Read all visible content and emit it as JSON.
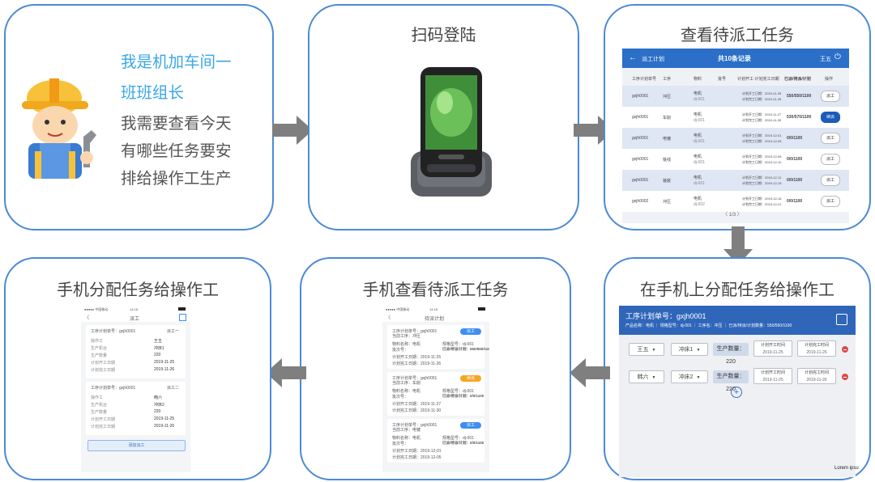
{
  "steps": {
    "s1": {
      "lines": [
        "我是机加车间一",
        "班班组长",
        "我需要查看今天",
        "有哪些任务要安",
        "排给操作工生产"
      ]
    },
    "s2": {
      "title": "扫码登陆"
    },
    "s3": {
      "title": "查看待派工任务"
    },
    "s4": {
      "title": "在手机上分配任务给操作工"
    },
    "s5": {
      "title": "手机查看待派工任务"
    },
    "s6": {
      "title": "手机分配任务给操作工"
    }
  },
  "tablet": {
    "back_label": "派工计划",
    "header": "共10条记录",
    "user": "王五",
    "columns": [
      "工序计划单号",
      "工序",
      "物料",
      "批号",
      "计划开工·计划完工日期",
      "已派/待派/计划",
      "操作"
    ],
    "rows": [
      {
        "id": "gxjh0001",
        "proc": "冲压",
        "mat": "电机",
        "sub": "dj-001",
        "d1": "计划开工日期：2019-11-25",
        "d2": "计划完工日期：2019-11-26",
        "qty": "550/550/1100",
        "op": "派工",
        "on": false
      },
      {
        "id": "gxjh0001",
        "proc": "车削",
        "mat": "电机",
        "sub": "dj-001",
        "d1": "计划开工日期：2019-11-27",
        "d2": "计划完工日期：2019-11-30",
        "qty": "530/570/1100",
        "op": "续派",
        "on": true
      },
      {
        "id": "gxjh0001",
        "proc": "电镀",
        "mat": "电机",
        "sub": "dj-001",
        "d1": "计划开工日期：2019-12-01",
        "d2": "计划完工日期：2019-12-05",
        "qty": "0/0/1100",
        "op": "派工",
        "on": false
      },
      {
        "id": "gxjh0001",
        "proc": "铣线",
        "mat": "电机",
        "sub": "dj-001",
        "d1": "计划开工日期：2019-12-06",
        "d2": "计划完工日期：2019-12-10",
        "qty": "0/0/1100",
        "op": "派工",
        "on": false
      },
      {
        "id": "gxjh0001",
        "proc": "装嵌",
        "mat": "电机",
        "sub": "dj-001",
        "d1": "计划开工日期：2019-12-11",
        "d2": "计划完工日期：2019-12-15",
        "qty": "0/0/1100",
        "op": "派工",
        "on": false
      },
      {
        "id": "gxjh0002",
        "proc": "冲压",
        "mat": "电机",
        "sub": "dj-002",
        "d1": "计划开工日期：2019-12-16",
        "d2": "计划完工日期：2019-12-21",
        "qty": "0/0/1100",
        "op": "派工",
        "on": false
      }
    ],
    "pager": "1/3"
  },
  "assign": {
    "title": "工序计划单号：gxjh0001",
    "sub": "产品名称：电机 ｜ 规格型号：dj-001 ｜ 工序名：冲压 ｜ 已派/待派/计划数量：550/550/1100",
    "rows": [
      {
        "worker": "王五",
        "machine": "冲床1",
        "qty": "生产数量：220",
        "start": "计划开工时间",
        "start_date": "2019-11-25",
        "end": "计划完工时间",
        "end_date": "2019-11-26"
      },
      {
        "worker": "韩六",
        "machine": "冲床2",
        "qty": "生产数量：220",
        "start": "计划开工时间",
        "start_date": "2019-11-25",
        "end": "计划完工时间",
        "end_date": "2019-11-26"
      }
    ],
    "footer": "Lorem ipsu"
  },
  "phone_list": {
    "status": "●●●●● 中国移动",
    "time": "14:18",
    "title": "待派计划",
    "cards": [
      {
        "no": "工序计划单号：gxjh0001",
        "proc": "当前工序：冲压",
        "badge": "派工",
        "badge_color": "#3f8ef0",
        "mat": "物料名称：电机",
        "spec": "规格型号：dj-001",
        "batch": "批次号：",
        "qty": "已派/待派/计划：550/550/1100",
        "start": "计划开工日期：2019-11-25",
        "end": "计划完工日期：2019-11-26"
      },
      {
        "no": "工序计划单号：gxjh0001",
        "proc": "当前工序：车削",
        "badge": "续派",
        "badge_color": "#f5a623",
        "mat": "物料名称：电机",
        "spec": "规格型号：dj-001",
        "batch": "批次号：",
        "qty": "已派/待派/计划：0/0/1100",
        "start": "计划开工日期：2019-11-27",
        "end": "计划完工日期：2019-11-30"
      },
      {
        "no": "工序计划单号：gxjh0001",
        "proc": "当前工序：电镀",
        "badge": "派工",
        "badge_color": "#3f8ef0",
        "mat": "物料名称：电机",
        "spec": "规格型号：dj-001",
        "batch": "批次号：",
        "qty": "已派/待派/计划：0/0/1100",
        "start": "计划开工日期：2019-12-01",
        "end": "计划完工日期：2019-12-05"
      }
    ]
  },
  "phone_assign": {
    "status": "●●●●● 中国移动",
    "time": "14:18",
    "title": "派工",
    "cards": [
      {
        "no": "工序计划单号：gxjh0001",
        "tag": "派工一",
        "f1": "操作工",
        "v1": "王五",
        "f2": "生产机台",
        "v2": "冲床1",
        "f3": "生产数量",
        "v3": "220",
        "f4": "计划开工日期",
        "v4": "2019-11-25",
        "f5": "计划完工日期",
        "v5": "2019-11-26"
      },
      {
        "no": "工序计划单号：gxjh0001",
        "tag": "派工二",
        "f1": "操作工",
        "v1": "韩六",
        "f2": "生产机台",
        "v2": "冲床2",
        "f3": "生产数量",
        "v3": "220",
        "f4": "计划开工日期",
        "v4": "2019-11-25",
        "f5": "计划完工日期",
        "v5": "2019-11-26"
      }
    ],
    "add_label": "添加派工"
  }
}
